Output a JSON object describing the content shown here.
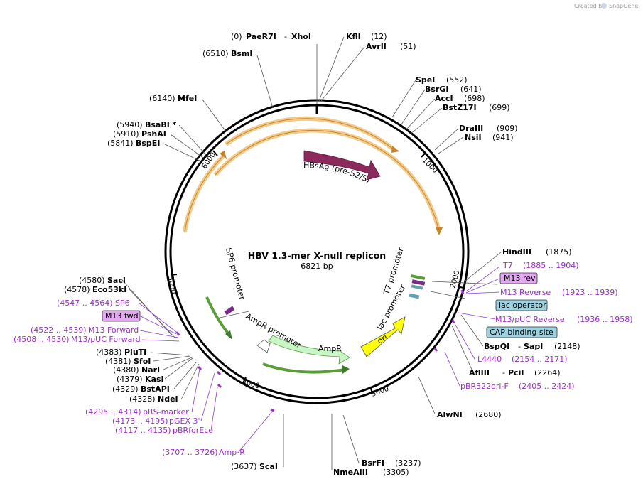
{
  "credit": {
    "prefix": "Created by",
    "brand": "SnapGene"
  },
  "plasmid": {
    "name": "HBV 1.3-mer X-null replicon",
    "size_label": "6821 bp",
    "length": 6821
  },
  "ticks": [
    {
      "label": "1000",
      "pos": 1000
    },
    {
      "label": "2000",
      "pos": 2000
    },
    {
      "label": "3000",
      "pos": 3000
    },
    {
      "label": "4000",
      "pos": 4000
    },
    {
      "label": "5000",
      "pos": 5000
    },
    {
      "label": "6000",
      "pos": 6000
    }
  ],
  "features": [
    {
      "name": "HBsAg (pre-S2/S)",
      "type": "cds",
      "color": "#8c2a5d"
    },
    {
      "name": "AmpR",
      "type": "cds",
      "color": "#c9f5c9"
    },
    {
      "name": "ori",
      "type": "origin",
      "color": "#ffff00"
    },
    {
      "name": "AmpR promoter",
      "type": "promoter",
      "color": "#ffffff"
    },
    {
      "name": "SP6 promoter",
      "type": "promoter",
      "color": "#5a9e3a"
    },
    {
      "name": "T7 promoter",
      "type": "promoter",
      "color": "#5a9e3a"
    },
    {
      "name": "lac promoter",
      "type": "promoter",
      "color": "#5a9e3a"
    }
  ],
  "enzymes": [
    {
      "pos": "(0)",
      "name": "PaeR7I",
      "extra": "XhoI"
    },
    {
      "pos": "(12)",
      "name": "KflI"
    },
    {
      "pos": "(51)",
      "name": "AvrII"
    },
    {
      "pos": "(552)",
      "name": "SpeI"
    },
    {
      "pos": "(641)",
      "name": "BsrGI"
    },
    {
      "pos": "(698)",
      "name": "AccI"
    },
    {
      "pos": "(699)",
      "name": "BstZ17I"
    },
    {
      "pos": "(909)",
      "name": "DraIII"
    },
    {
      "pos": "(941)",
      "name": "NsiI"
    },
    {
      "pos": "(1875)",
      "name": "HindIII"
    },
    {
      "pos": "(2148)",
      "name": "BspQI",
      "extra": "SapI"
    },
    {
      "pos": "(2264)",
      "name": "AflIII",
      "extra": "PciI"
    },
    {
      "pos": "(2680)",
      "name": "AlwNI"
    },
    {
      "pos": "(3237)",
      "name": "BsrFI"
    },
    {
      "pos": "(3305)",
      "name": "NmeAIII"
    },
    {
      "pos": "(3637)",
      "name": "ScaI"
    },
    {
      "pos": "(4328)",
      "name": "NdeI"
    },
    {
      "pos": "(4329)",
      "name": "BstAPI"
    },
    {
      "pos": "(4379)",
      "name": "KasI"
    },
    {
      "pos": "(4380)",
      "name": "NarI"
    },
    {
      "pos": "(4381)",
      "name": "SfoI"
    },
    {
      "pos": "(4383)",
      "name": "PluTI"
    },
    {
      "pos": "(4578)",
      "name": "Eco53kI"
    },
    {
      "pos": "(4580)",
      "name": "SacI"
    },
    {
      "pos": "(5841)",
      "name": "BspEI"
    },
    {
      "pos": "(5910)",
      "name": "PshAI"
    },
    {
      "pos": "(5940)",
      "name": "BsaBI *"
    },
    {
      "pos": "(6140)",
      "name": "MfeI"
    },
    {
      "pos": "(6510)",
      "name": "BsmI"
    }
  ],
  "primers": [
    {
      "name": "T7",
      "range": "(1885 .. 1904)"
    },
    {
      "name": "M13 rev",
      "boxed": true
    },
    {
      "name": "M13 Reverse",
      "range": "(1923 .. 1939)"
    },
    {
      "name": "lac operator",
      "boxed": true
    },
    {
      "name": "M13/pUC Reverse",
      "range": "(1936 .. 1958)"
    },
    {
      "name": "CAP binding site",
      "boxed": true
    },
    {
      "name": "L4440",
      "range": "(2154 .. 2171)"
    },
    {
      "name": "pBR322ori-F",
      "range": "(2405 .. 2424)"
    },
    {
      "name": "SP6",
      "range": "(4547 .. 4564)"
    },
    {
      "name": "M13 fwd",
      "boxed": true
    },
    {
      "name": "M13 Forward",
      "range": "(4522 .. 4539)"
    },
    {
      "name": "M13/pUC Forward",
      "range": "(4508 .. 4530)"
    },
    {
      "name": "pRS-marker",
      "range": "(4295 .. 4314)"
    },
    {
      "name": "pGEX 3'",
      "range": "(4173 .. 4195)"
    },
    {
      "name": "pBRforEco",
      "range": "(4117 .. 4135)"
    },
    {
      "name": "Amp-R",
      "range": "(3707 .. 3726)"
    }
  ]
}
